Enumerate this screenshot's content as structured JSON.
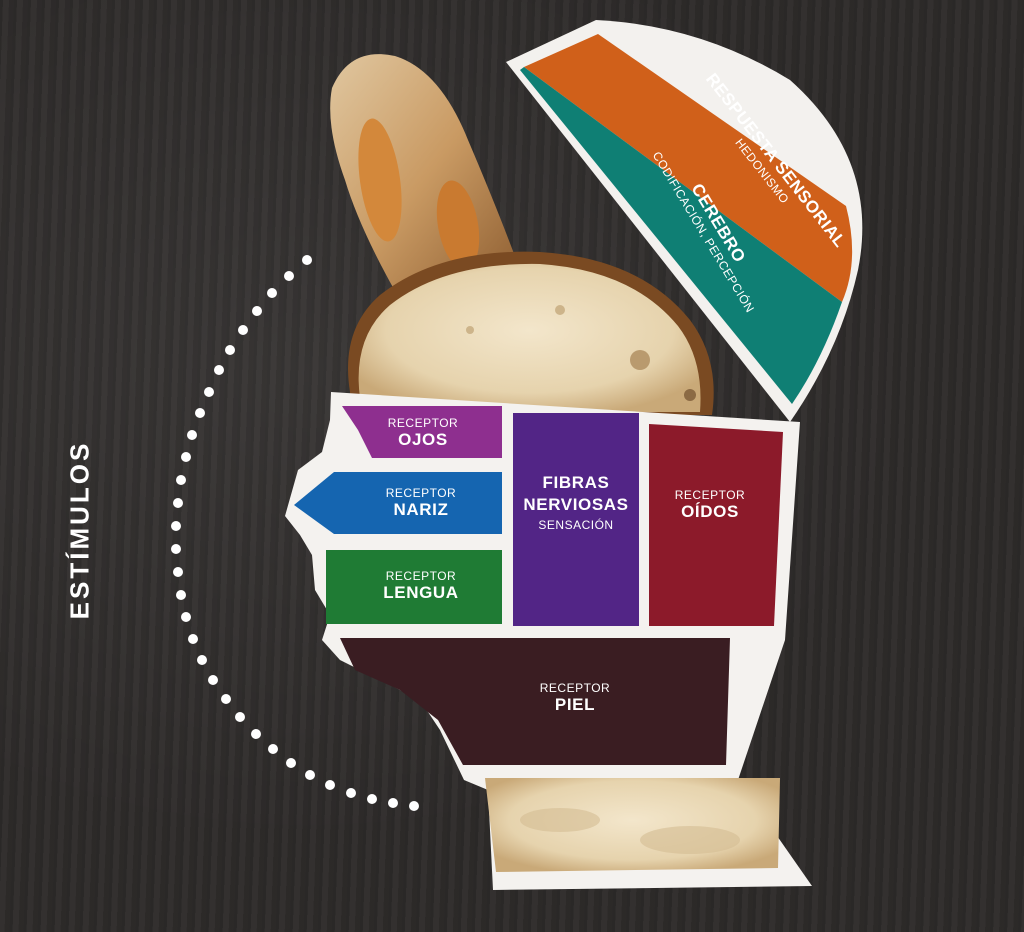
{
  "stimulus_label": "ESTÍMULOS",
  "receptors": {
    "eyes": {
      "top": "RECEPTOR",
      "name": "OJOS",
      "color": "#8e2f8f"
    },
    "nose": {
      "top": "RECEPTOR",
      "name": "NARIZ",
      "color": "#1565b0"
    },
    "tongue": {
      "top": "RECEPTOR",
      "name": "LENGUA",
      "color": "#1f7b34"
    },
    "ears": {
      "top": "RECEPTOR",
      "name": "OÍDOS",
      "color": "#8c1a2a"
    },
    "skin": {
      "top": "RECEPTOR",
      "name": "PIEL",
      "color": "#3a1d22"
    }
  },
  "nerve_fibers": {
    "line1": "FIBRAS",
    "line2": "NERVIOSAS",
    "sub": "SENSACIÓN",
    "color": "#522586"
  },
  "brain": {
    "title": "CEREBRO",
    "sub": "CODIFICACIÓN, PERCEPCIÓN",
    "color": "#0f7f74"
  },
  "sensory_response": {
    "title": "RESPUESTA SENSORIAL",
    "sub": "HEDONISMO",
    "color": "#d0601a"
  }
}
